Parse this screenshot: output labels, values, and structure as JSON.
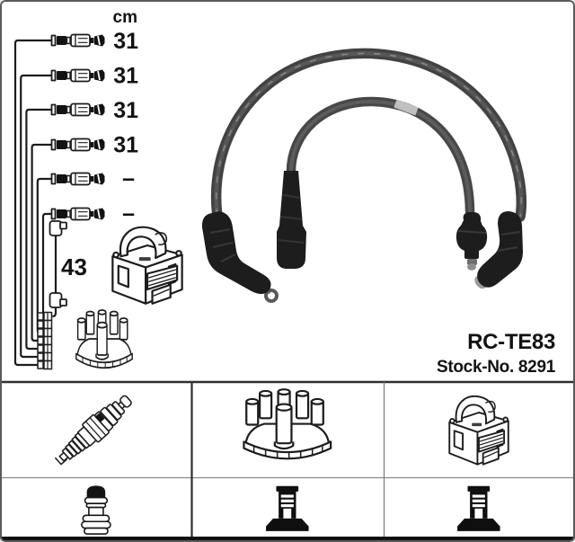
{
  "product": {
    "code": "RC-TE83",
    "stock_no": "Stock-No. 8291"
  },
  "schematic": {
    "unit_header": "cm",
    "cables": [
      {
        "length": "31"
      },
      {
        "length": "31"
      },
      {
        "length": "31"
      },
      {
        "length": "31"
      },
      {
        "length": "–"
      },
      {
        "length": "–"
      }
    ],
    "coil_wire": {
      "length": "43"
    }
  },
  "legend": {
    "row1_icons": [
      "spark-plug-icon",
      "distributor-cap-icon",
      "ignition-coil-icon"
    ],
    "row2_icons": [
      "sae-terminal-nut-icon",
      "din-terminal-icon",
      "din-terminal-icon"
    ]
  },
  "colors": {
    "line_art": "#1c1c1c",
    "cable_gray": "#474747",
    "boot_black": "#1d1d1d",
    "label_band": "#c0c0c0",
    "grid_dark": "#2f2f2f",
    "grid_light": "#8a8a8a",
    "background": "#ffffff"
  }
}
